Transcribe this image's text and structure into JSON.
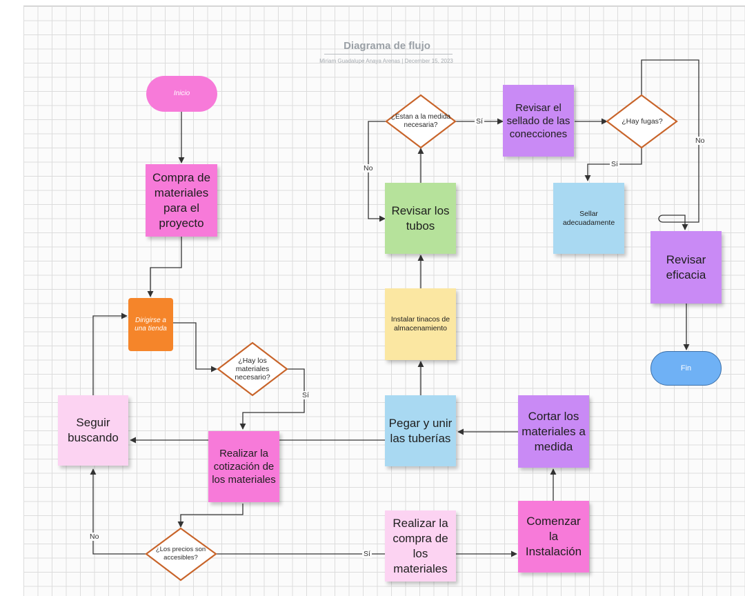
{
  "header": {
    "title": "Diagrama de flujo",
    "subtitle": "Miriam Guadalupe Anaya Arenas  |  December 15, 2023"
  },
  "nodes": {
    "inicio": "Inicio",
    "compra": "Compra de materiales para el proyecto",
    "dirigirse": "Dirigirse a una tienda",
    "hay_materiales": "¿Hay los materiales necesario?",
    "seguir": "Seguir buscando",
    "cotizacion": "Realizar la cotización de los materiales",
    "precios": "¿Los precios son accesibles?",
    "realizar_compra": "Realizar la compra de los materiales",
    "comenzar": "Comenzar la Instalación",
    "cortar": "Cortar los materiales a medida",
    "pegar": "Pegar y unir las tuberías",
    "instalar": "Instalar tinacos de almacenamiento",
    "revisar_tubos": "Revisar los tubos",
    "estan_medida": "¿Estan a la medida necesaria?",
    "revisar_sellado": "Revisar el sellado de las conecciones",
    "hay_fugas": "¿Hay fugas?",
    "sellar": "Sellar adecuadamente",
    "revisar_eficacia": "Revisar eficacia",
    "fin": "Fin"
  },
  "edge_labels": {
    "si_materiales": "Sí",
    "no_precios": "No",
    "si_precios": "Sí",
    "no_medida": "No",
    "si_medida": "Sí",
    "si_fugas": "Sí",
    "no_fugas": "No"
  },
  "colors": {
    "pink": "#f77ad9",
    "orange": "#f5852a",
    "light_pink": "#fcd3f2",
    "purple": "#c98af5",
    "blue": "#a9d9f2",
    "green": "#b6e29b",
    "yellow": "#fbe7a2",
    "fin_blue": "#6fb1f5",
    "decision_border": "#c8642a"
  }
}
